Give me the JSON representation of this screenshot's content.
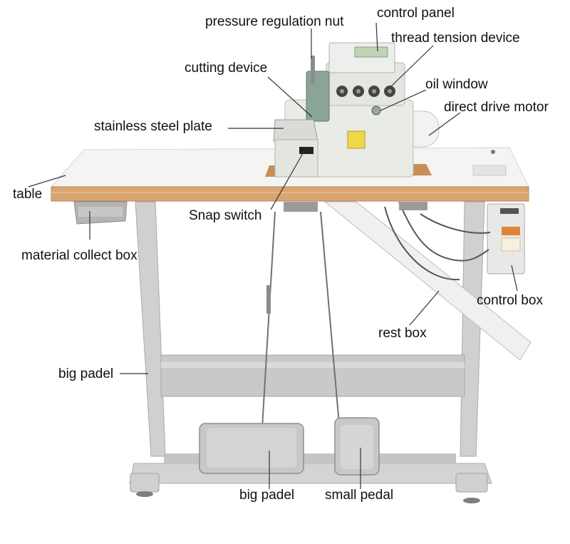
{
  "labels": {
    "pressure_regulation_nut": "pressure regulation nut",
    "control_panel": "control panel",
    "thread_tension_device": "thread tension device",
    "cutting_device": "cutting device",
    "oil_window": "oil window",
    "direct_drive_motor": "direct drive motor",
    "stainless_steel_plate": "stainless steel plate",
    "table": "table",
    "snap_switch": "Snap switch",
    "material_collect_box": "material collect box",
    "control_box": "control box",
    "rest_box": "rest box",
    "big_padel_frame": "big padel",
    "big_padel_pedal": "big padel",
    "small_pedal": "small pedal"
  },
  "colors": {
    "tabletop": "#f4f4f2",
    "table_edge": "#d8a572",
    "frame": "#c9cbc9",
    "machine_body": "#e9ebe6",
    "leader_line": "#333333"
  }
}
